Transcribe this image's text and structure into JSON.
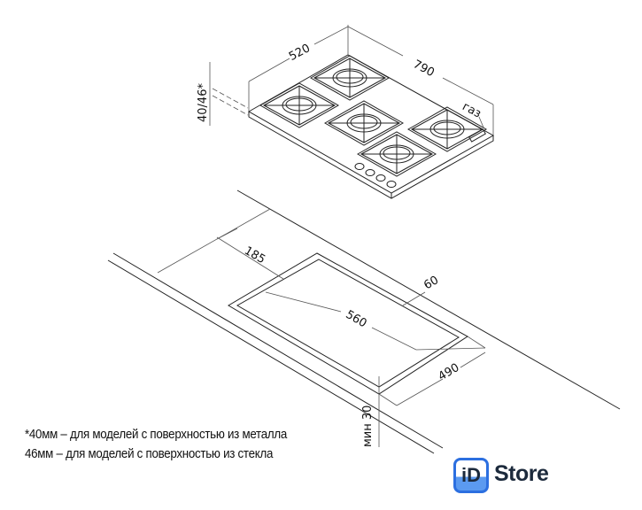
{
  "dimensions": {
    "depth": "520",
    "width": "790",
    "height": "40/46*",
    "gas_label": "газ",
    "cutout_offset": "185",
    "rear_offset": "60",
    "cutout_width": "560",
    "cutout_depth": "490",
    "min_clearance": "мин 30"
  },
  "notes": [
    "*40мм – для моделей с поверхностью из металла",
    "46мм – для моделей с поверхностью из стекла"
  ],
  "logo": {
    "mark": "iD",
    "text": "Store",
    "accent": "#2c6fe0"
  }
}
